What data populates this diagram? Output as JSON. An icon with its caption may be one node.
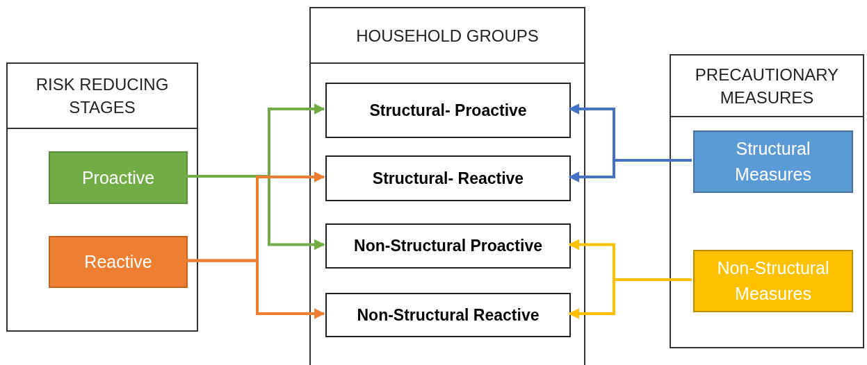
{
  "diagram": {
    "nodes": [
      {
        "text": [
          "RISK REDUCING STAGES"
        ]
      },
      {
        "text": [
          "Proactive"
        ],
        "in": 0
      },
      {
        "text": [
          "Reactive"
        ],
        "in": 0
      },
      {
        "text": [
          "HOUSEHOLD GROUPS"
        ]
      },
      {
        "text": [
          "Structural- Proactive"
        ],
        "in": 3
      },
      {
        "text": [
          "Structural- Reactive"
        ],
        "in": 3
      },
      {
        "text": [
          "Non-Structural Proactive"
        ],
        "in": 3
      },
      {
        "text": [
          "Non-Structural Reactive"
        ],
        "in": 3
      },
      {
        "text": [
          "PRECAUTIONARY MEASURES"
        ]
      },
      {
        "text": [
          "Structural Measures"
        ],
        "in": 8
      },
      {
        "text": [
          "Non-Structural Measures"
        ],
        "in": 8
      }
    ],
    "edges": [
      {
        "from": 1,
        "to": 4,
        "arrow": "to",
        "color": "#70ad47"
      },
      {
        "from": 1,
        "to": 6,
        "arrow": "to",
        "color": "#70ad47"
      },
      {
        "from": 2,
        "to": 5,
        "arrow": "to",
        "color": "#ed7d31"
      },
      {
        "from": 2,
        "to": 7,
        "arrow": "to",
        "color": "#ed7d31"
      },
      {
        "from": 9,
        "to": 4,
        "arrow": "to",
        "color": "#4472c4"
      },
      {
        "from": 9,
        "to": 5,
        "arrow": "to",
        "color": "#4472c4"
      },
      {
        "from": 10,
        "to": 6,
        "arrow": "to",
        "color": "#ffc000"
      },
      {
        "from": 10,
        "to": 7,
        "arrow": "to",
        "color": "#ffc000"
      }
    ]
  }
}
